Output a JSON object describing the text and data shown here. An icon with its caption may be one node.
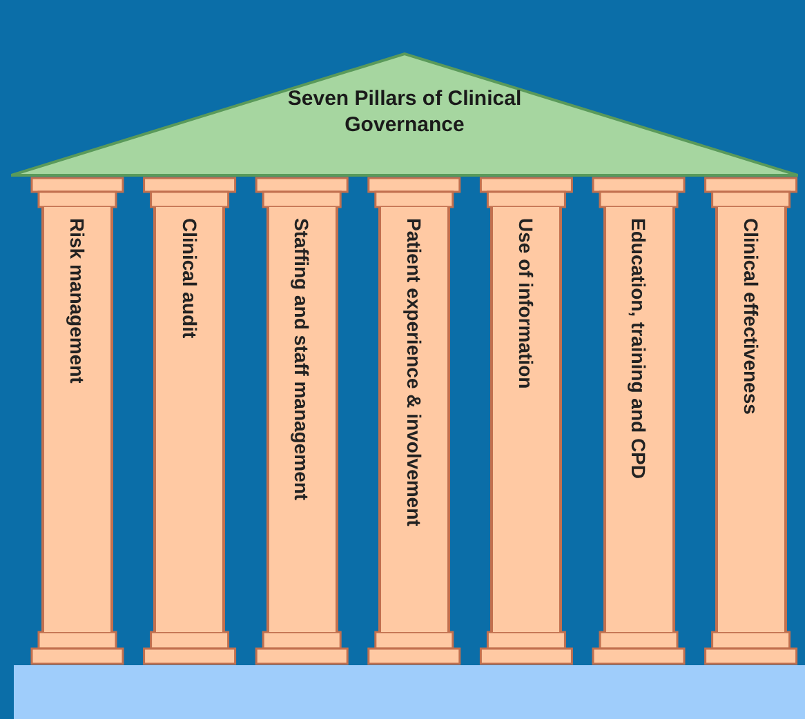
{
  "diagram": {
    "nodes": [
      {
        "text": [
          "Seven Pillars of Clinical Governance"
        ]
      },
      {
        "text": [
          "Risk management"
        ]
      },
      {
        "text": [
          "Clinical audit"
        ]
      },
      {
        "text": [
          "Staffing and staff management"
        ]
      },
      {
        "text": [
          "Patient experience & involvement"
        ]
      },
      {
        "text": [
          "Use of information"
        ]
      },
      {
        "text": [
          "Education, training and CPD"
        ]
      },
      {
        "text": [
          "Clinical effectiveness"
        ]
      },
      {
        "text": [],
        "shape": "bar"
      }
    ]
  }
}
